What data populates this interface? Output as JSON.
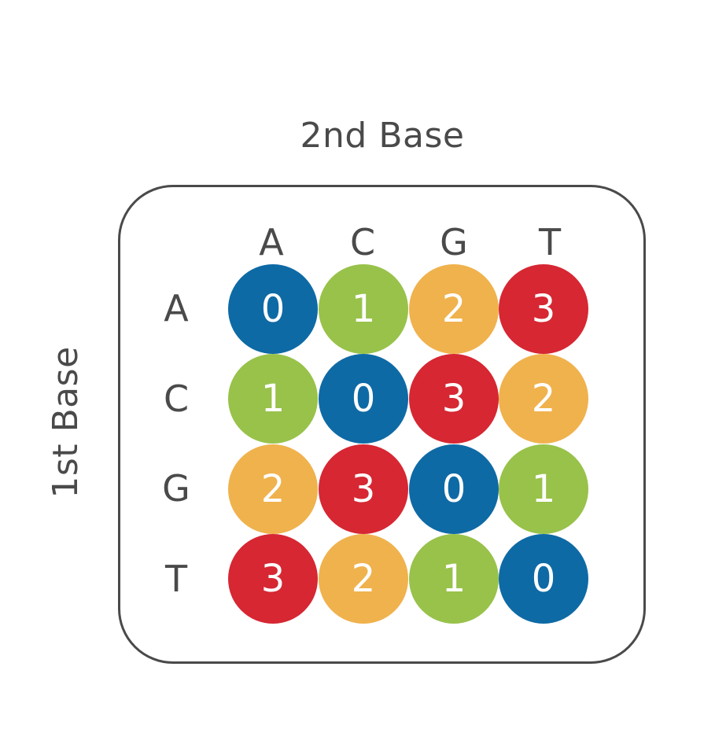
{
  "titles": {
    "top": "2nd Base",
    "side": "1st Base"
  },
  "columns": [
    "A",
    "C",
    "G",
    "T"
  ],
  "rows": [
    "A",
    "C",
    "G",
    "T"
  ],
  "colors": {
    "0": "#0e6aa5",
    "1": "#98c24a",
    "2": "#f0b24d",
    "3": "#d62733"
  },
  "matrix": [
    [
      "0",
      "1",
      "2",
      "3"
    ],
    [
      "1",
      "0",
      "3",
      "2"
    ],
    [
      "2",
      "3",
      "0",
      "1"
    ],
    [
      "3",
      "2",
      "1",
      "0"
    ]
  ]
}
